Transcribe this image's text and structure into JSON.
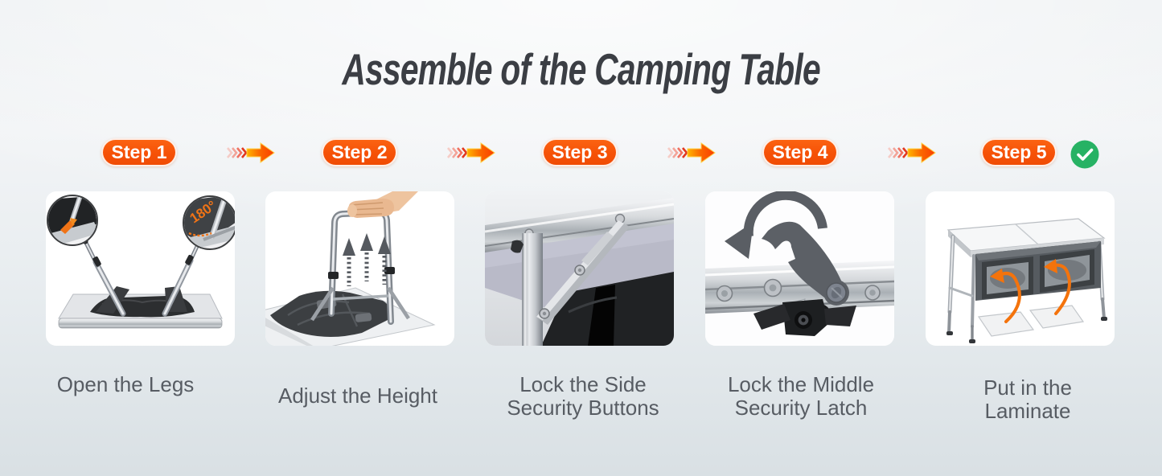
{
  "title": "Assemble of the Camping Table",
  "steps": [
    {
      "label": "Step 1",
      "caption": "Open the Legs"
    },
    {
      "label": "Step 2",
      "caption": "Adjust the Height"
    },
    {
      "label": "Step 3",
      "caption": "Lock the Side\nSecurity Buttons"
    },
    {
      "label": "Step 4",
      "caption": "Lock the Middle\nSecurity Latch"
    },
    {
      "label": "Step 5",
      "caption": "Put in the\nLaminate"
    }
  ],
  "annotations": {
    "step1_inset_angle": "180°"
  },
  "icons": {
    "progress_arrow": "orange-right-arrow",
    "done_check": "green-checkmark-circle",
    "lift_arrows": "three-up-arrows",
    "rotate_arrow": "counterclockwise-arrow",
    "insert_arrows": "orange-curved-arrows"
  },
  "colors": {
    "accent_orange": "#f65107",
    "arrow_yellow": "#ffb400",
    "arrow_red": "#f93d00",
    "check_green": "#27b264",
    "title_text": "#3b3e44",
    "caption_text": "#575c63",
    "background_top": "#f2f4f6",
    "background_bottom": "#d9e0e4"
  }
}
